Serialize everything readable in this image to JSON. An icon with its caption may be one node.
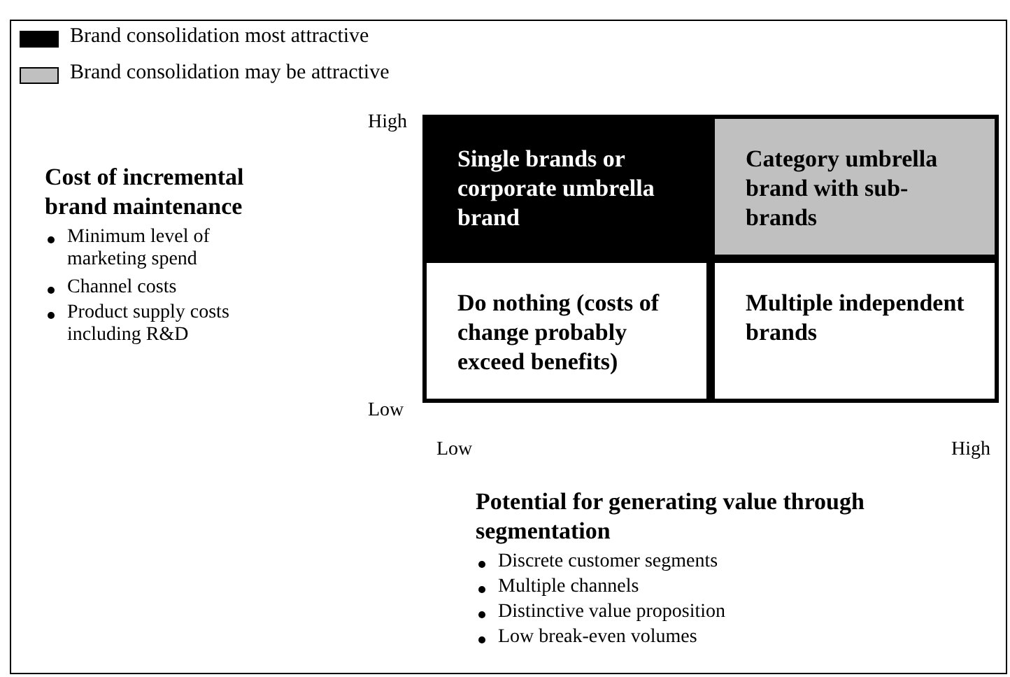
{
  "diagram": {
    "nodes": [
      {
        "text": [
          "Single brands or corporate umbrella brand"
        ]
      },
      {
        "text": [
          "Category umbrella brand with sub-brands"
        ]
      },
      {
        "text": [
          "Do nothing (costs of change probably exceed benefits)"
        ]
      },
      {
        "text": [
          "Multiple independent brands"
        ]
      }
    ],
    "labels": [
      "High",
      "Low",
      "Low",
      "High",
      "Cost of incremental brand maintenance",
      "Minimum level of marketing spend",
      "Channel costs",
      "Product supply costs including R&D",
      "Potential for generating value through segmentation",
      "Discrete customer segments",
      "Multiple channels",
      "Distinctive value proposition",
      "Low break-even volumes"
    ],
    "legend": [
      {
        "text": "Brand consolidation most attractive",
        "color": "#000000"
      },
      {
        "text": "Brand consolidation may be attractive",
        "color": "#c0c0c0"
      }
    ]
  }
}
